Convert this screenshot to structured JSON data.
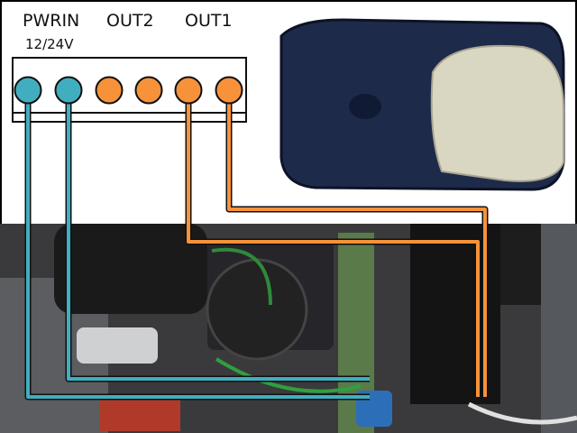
{
  "labels": {
    "pwrin": "PWRIN",
    "voltage": "12/24V",
    "out2": "OUT2",
    "out1": "OUT1"
  },
  "colors": {
    "power_wire": "#41aebf",
    "output_wire": "#f7923a",
    "device_body": "#1e2a4a",
    "device_cap": "#d9d6c2"
  },
  "terminals": [
    {
      "group": "PWRIN",
      "color": "#41aebf"
    },
    {
      "group": "PWRIN",
      "color": "#41aebf"
    },
    {
      "group": "OUT2",
      "color": "#f7923a"
    },
    {
      "group": "OUT2",
      "color": "#f7923a"
    },
    {
      "group": "OUT1",
      "color": "#f7923a"
    },
    {
      "group": "OUT1",
      "color": "#f7923a"
    }
  ]
}
